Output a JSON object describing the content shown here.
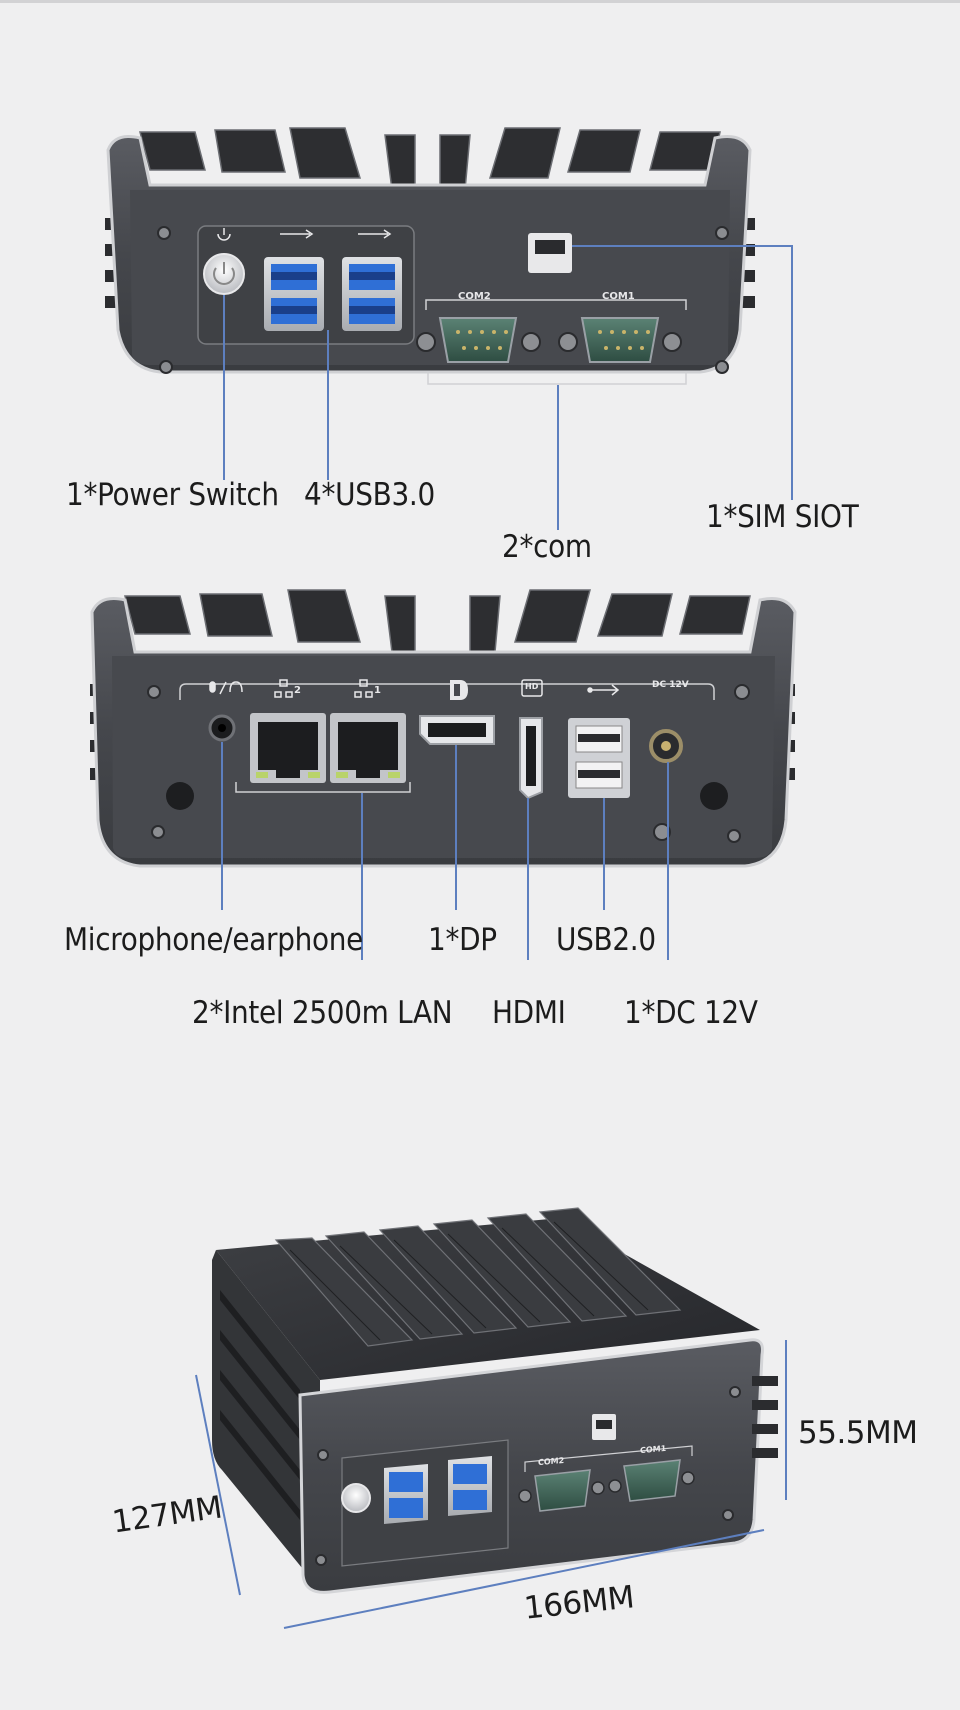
{
  "rear_panel": {
    "labels": {
      "power_switch": "1*Power Switch",
      "usb3": "4*USB3.0",
      "com": "2*com",
      "sim": "1*SIM SIOT"
    },
    "port_labels": {
      "com2": "COM2",
      "com1": "COM1"
    }
  },
  "front_panel": {
    "labels": {
      "mic": "Microphone/earphone",
      "lan": "2*Intel 2500m LAN",
      "dp": "1*DP",
      "hdmi": "HDMI",
      "usb2": "USB2.0",
      "dc": "1*DC 12V"
    },
    "port_labels": {
      "dc": "DC 12V",
      "lan2": "2",
      "lan1": "1",
      "hdmi": "HD"
    }
  },
  "dimensions": {
    "depth": "127MM",
    "width": "166MM",
    "height": "55.5MM",
    "port_labels": {
      "com2": "COM2",
      "com1": "COM1"
    }
  },
  "colors": {
    "background": "#efeff0",
    "chassis": "#4a4c51",
    "usb3_blue": "#2f6fd6",
    "com_green": "#3f6a5a",
    "callout_line": "#5d7fbf"
  },
  "icons": [
    "power-icon",
    "usb-ss-icon",
    "network-icon",
    "displayport-icon",
    "hdmi-icon",
    "usb-icon",
    "mic-headphone-icon"
  ]
}
